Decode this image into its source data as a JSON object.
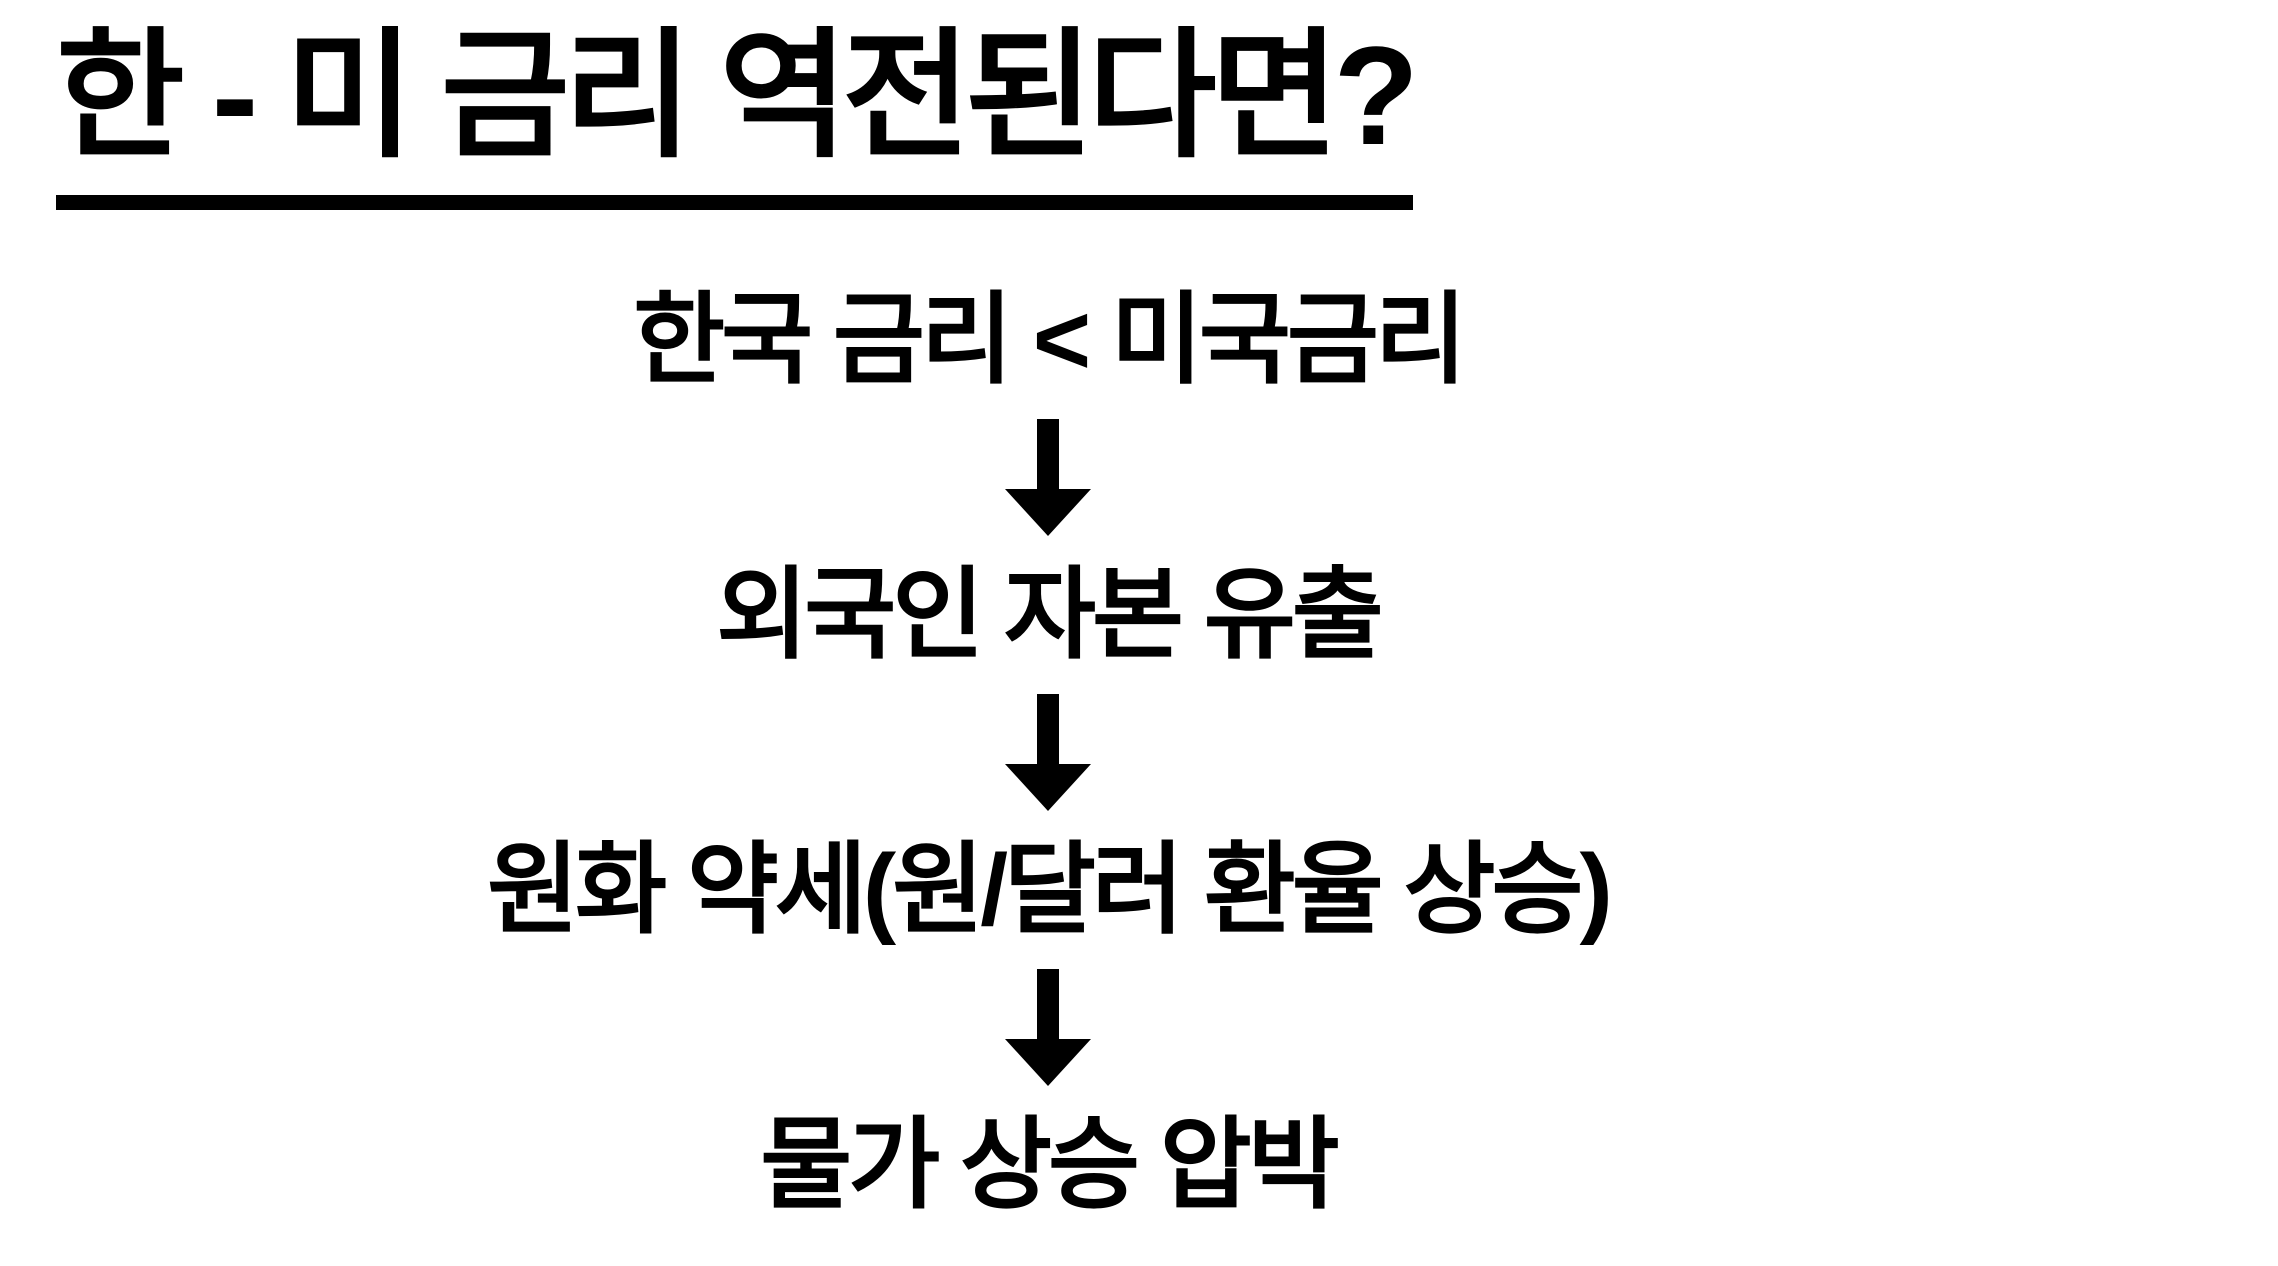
{
  "page": {
    "background_color": "#ffffff",
    "text_color": "#000000"
  },
  "title": {
    "text": "한 - 미 금리 역전된다면?",
    "underlined": true
  },
  "flow": {
    "steps": [
      {
        "label": "한국 금리 < 미국금리"
      },
      {
        "label": "외국인 자본 유출"
      },
      {
        "label": "원화 약세(원/달러 환율 상승)"
      },
      {
        "label": "물가 상승 압박"
      }
    ],
    "connector_icon": "down-arrow",
    "arrow_color": "#000000"
  }
}
